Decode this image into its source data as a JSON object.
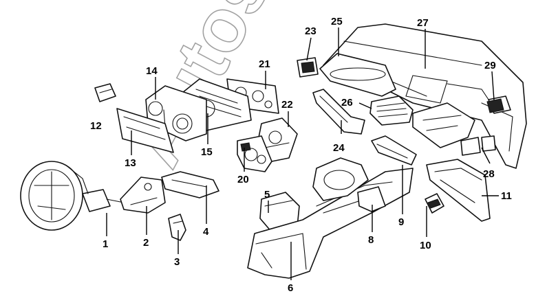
{
  "watermark": "Autos",
  "callouts": [
    {
      "id": 1,
      "label": "1"
    },
    {
      "id": 2,
      "label": "2"
    },
    {
      "id": 3,
      "label": "3"
    },
    {
      "id": 4,
      "label": "4"
    },
    {
      "id": 5,
      "label": "5"
    },
    {
      "id": 6,
      "label": "6"
    },
    {
      "id": 8,
      "label": "8"
    },
    {
      "id": 9,
      "label": "9"
    },
    {
      "id": 10,
      "label": "10"
    },
    {
      "id": 11,
      "label": "11"
    },
    {
      "id": 12,
      "label": "12"
    },
    {
      "id": 13,
      "label": "13"
    },
    {
      "id": 14,
      "label": "14"
    },
    {
      "id": 15,
      "label": "15"
    },
    {
      "id": 20,
      "label": "20"
    },
    {
      "id": 21,
      "label": "21"
    },
    {
      "id": 22,
      "label": "22"
    },
    {
      "id": 23,
      "label": "23"
    },
    {
      "id": 24,
      "label": "24"
    },
    {
      "id": 25,
      "label": "25"
    },
    {
      "id": 26,
      "label": "26"
    },
    {
      "id": 27,
      "label": "27"
    },
    {
      "id": 28,
      "label": "28"
    },
    {
      "id": 29,
      "label": "29"
    }
  ]
}
